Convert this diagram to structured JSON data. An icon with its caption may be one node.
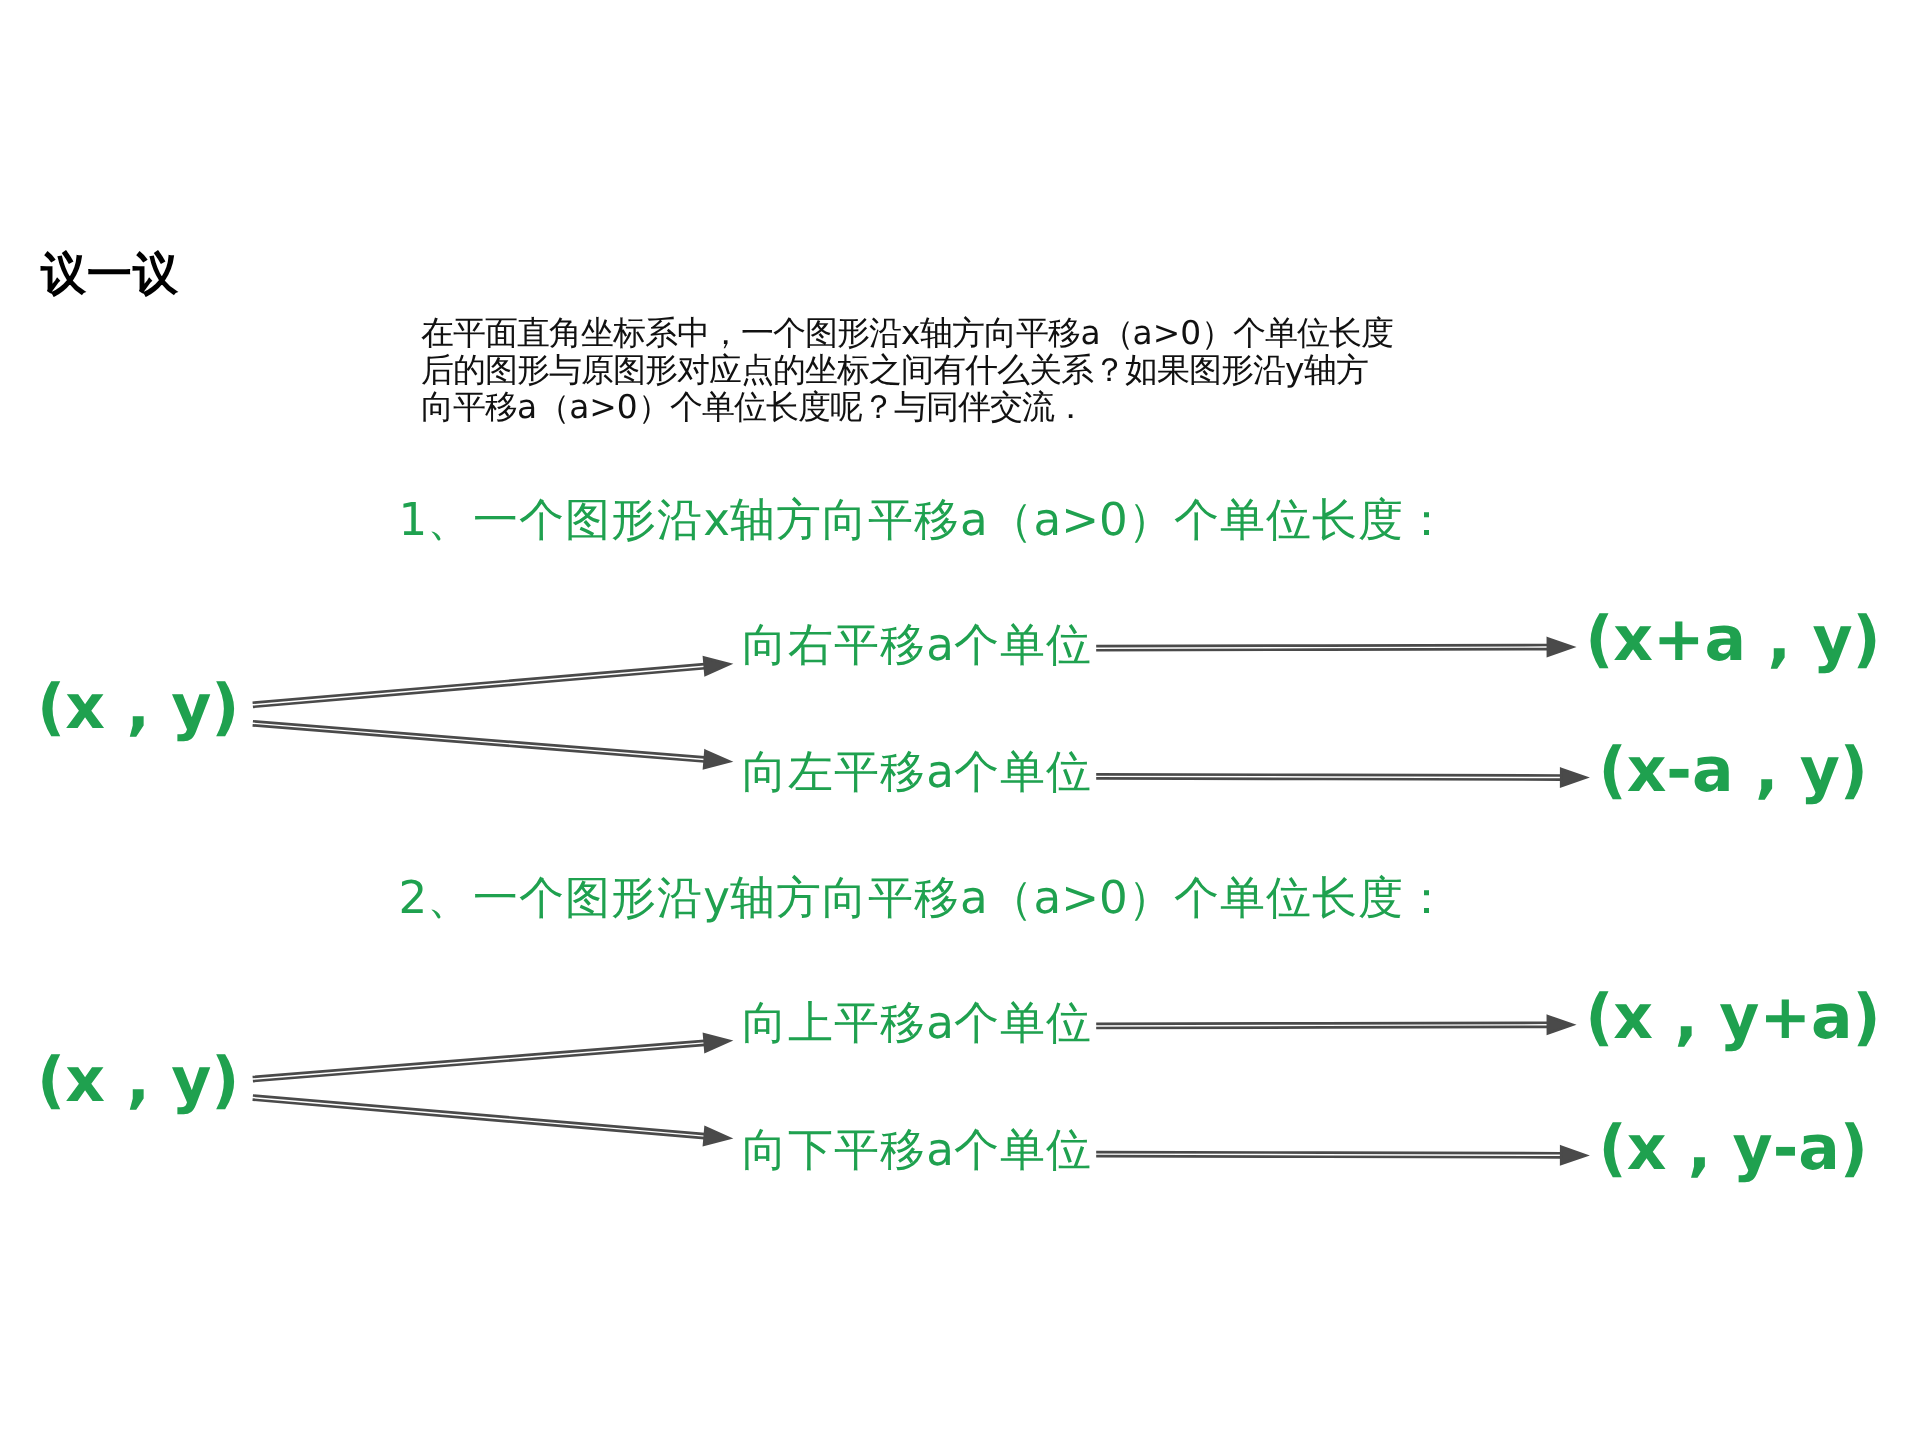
{
  "diagram": {
    "title": "议一议",
    "nodes": [
      {
        "text": [
          "(x , y)"
        ]
      },
      {
        "text": [
          "向右平移a个单位"
        ]
      },
      {
        "text": [
          "(x+a , y)"
        ]
      },
      {
        "text": [
          "向左平移a个单位"
        ]
      },
      {
        "text": [
          "(x-a , y)"
        ]
      },
      {
        "text": [
          "(x , y)"
        ]
      },
      {
        "text": [
          "向上平移a个单位"
        ]
      },
      {
        "text": [
          "(x , y+a)"
        ]
      },
      {
        "text": [
          "向下平移a个单位"
        ]
      },
      {
        "text": [
          "(x , y-a)"
        ]
      }
    ],
    "edges": [
      {
        "from": 0,
        "to": 1,
        "arrow": "to"
      },
      {
        "from": 1,
        "to": 2,
        "arrow": "to"
      },
      {
        "from": 0,
        "to": 3,
        "arrow": "to"
      },
      {
        "from": 3,
        "to": 4,
        "arrow": "to"
      },
      {
        "from": 5,
        "to": 6,
        "arrow": "to"
      },
      {
        "from": 6,
        "to": 7,
        "arrow": "to"
      },
      {
        "from": 5,
        "to": 8,
        "arrow": "to"
      },
      {
        "from": 8,
        "to": 9,
        "arrow": "to"
      }
    ],
    "labels": [
      "在平面直角坐标系中，一个图形沿x轴方向平移a（a>0）个单位长度后的图形与原图形对应点的坐标之间有什么关系？如果图形沿y轴方向平移a（a>0）个单位长度呢？与同伴交流．",
      "1、一个图形沿x轴方向平移a（a>0）个单位长度：",
      "2、一个图形沿y轴方向平移a（a>0）个单位长度："
    ]
  }
}
